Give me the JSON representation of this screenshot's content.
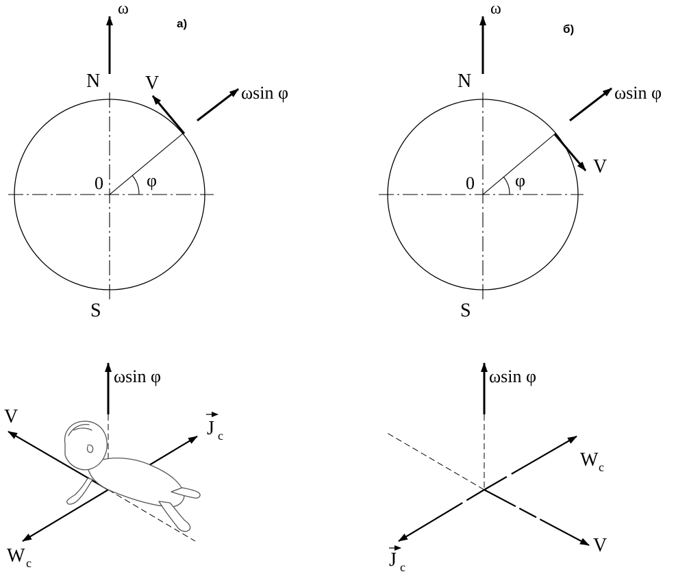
{
  "panel_a": {
    "tag": "а)",
    "omega": "ω",
    "north": "N",
    "south": "S",
    "center": "0",
    "phi": "φ",
    "velocity": "V",
    "omega_sin_phi": "ωsin φ"
  },
  "panel_b": {
    "tag": "б)",
    "omega": "ω",
    "north": "N",
    "south": "S",
    "center": "0",
    "phi": "φ",
    "velocity": "V",
    "omega_sin_phi": "ωsin φ"
  },
  "bottom_a": {
    "omega_sin_phi": "ωsin φ",
    "velocity": "V",
    "coriolis_force": "J",
    "coriolis_force_sub": "c",
    "coriolis_accel": "W",
    "coriolis_accel_sub": "c"
  },
  "bottom_b": {
    "omega_sin_phi": "ωsin φ",
    "velocity": "V",
    "coriolis_force": "J",
    "coriolis_force_sub": "c",
    "coriolis_accel": "W",
    "coriolis_accel_sub": "c"
  }
}
